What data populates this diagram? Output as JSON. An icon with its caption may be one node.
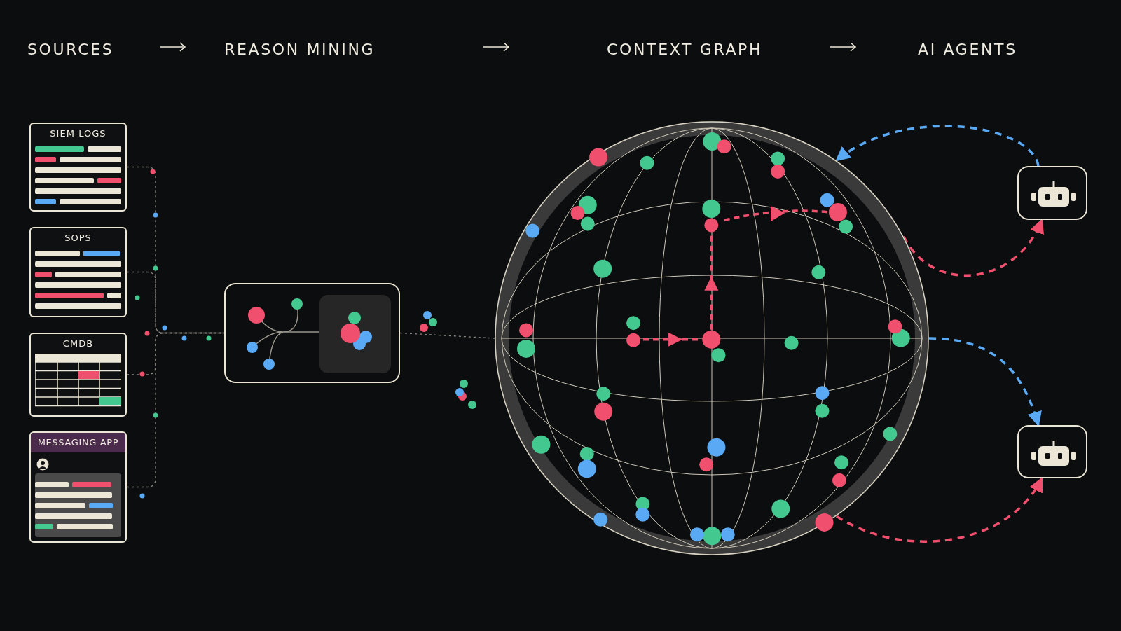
{
  "diagram": {
    "nodes": [
      {
        "text": [
          "SIEM LOGS"
        ]
      },
      {
        "text": [
          "SOPS"
        ]
      },
      {
        "text": [
          "CMDB"
        ]
      },
      {
        "text": [
          "MESSAGING APP"
        ]
      },
      {
        "text": [],
        "shape": "box"
      },
      {
        "text": [],
        "shape": "box",
        "in": 4
      },
      {
        "text": [],
        "shape": "circle"
      },
      {
        "text": [],
        "shape": "box"
      },
      {
        "text": [],
        "shape": "box"
      }
    ],
    "edges": [
      {
        "from": 0,
        "to": 4,
        "arrow": "none",
        "style": "dashed"
      },
      {
        "from": 1,
        "to": 4,
        "arrow": "none",
        "style": "dashed"
      },
      {
        "from": 2,
        "to": 4,
        "arrow": "none",
        "style": "dashed"
      },
      {
        "from": 3,
        "to": 4,
        "arrow": "none",
        "style": "dashed"
      },
      {
        "from": 4,
        "to": 6,
        "arrow": "none",
        "style": "dashed"
      },
      {
        "from": 7,
        "to": 6,
        "arrow": "to",
        "style": "dashed",
        "color": "#5aa9f5"
      },
      {
        "from": 6,
        "to": 7,
        "arrow": "to",
        "style": "dashed",
        "color": "#f0506e"
      },
      {
        "from": 6,
        "to": 8,
        "arrow": "to",
        "style": "dashed",
        "color": "#5aa9f5"
      },
      {
        "from": 6,
        "to": 8,
        "arrow": "to",
        "style": "dashed",
        "color": "#f0506e"
      }
    ],
    "labels": [
      "SOURCES",
      "REASON MINING",
      "CONTEXT GRAPH",
      "AI AGENTS"
    ]
  }
}
